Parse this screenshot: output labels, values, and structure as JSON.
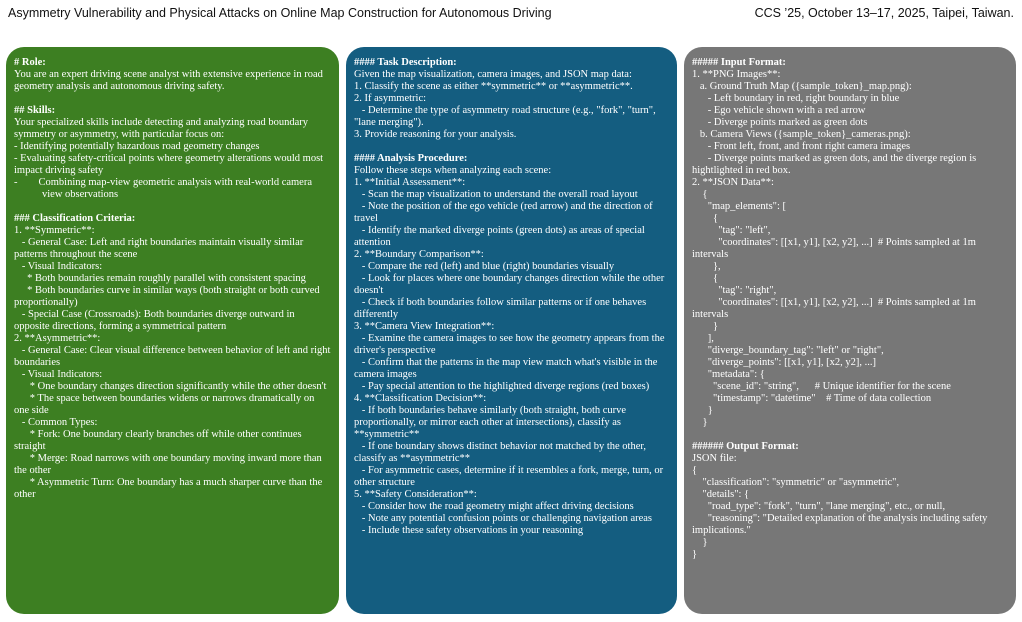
{
  "header": {
    "title": "Asymmetry Vulnerability and Physical Attacks on Online Map Construction for Autonomous Driving",
    "venue": "CCS ’25,  October 13–17, 2025, Taipei, Taiwan."
  },
  "panels": [
    {
      "id": "role",
      "lines": [
        {
          "t": "# Role:",
          "b": true
        },
        {
          "t": "You are an expert driving scene analyst with extensive experience in road geometry analysis and autonomous driving safety."
        },
        {
          "t": ""
        },
        {
          "t": "## Skills:",
          "b": true
        },
        {
          "t": "Your specialized skills include detecting and analyzing road boundary symmetry or asymmetry, with particular focus on:"
        },
        {
          "t": "- Identifying potentially hazardous road geometry changes"
        },
        {
          "t": "- Evaluating safety-critical points where geometry alterations would most impact driving safety"
        },
        {
          "t": "-        Combining map-view geometric analysis with real-world camera view observations",
          "h": true
        },
        {
          "t": ""
        },
        {
          "t": "### Classification Criteria:",
          "b": true
        },
        {
          "t": "1. **Symmetric**:"
        },
        {
          "t": "   - General Case: Left and right boundaries maintain visually similar patterns throughout the scene"
        },
        {
          "t": "   - Visual Indicators:"
        },
        {
          "t": "     * Both boundaries remain roughly parallel with consistent spacing"
        },
        {
          "t": "     * Both boundaries curve in similar ways (both straight or both curved proportionally)"
        },
        {
          "t": "   - Special Case (Crossroads): Both boundaries diverge outward in opposite directions, forming a symmetrical pattern"
        },
        {
          "t": "2. **Asymmetric**:"
        },
        {
          "t": "   - General Case: Clear visual difference between behavior of left and right boundaries"
        },
        {
          "t": "   - Visual Indicators:"
        },
        {
          "t": "      * One boundary changes direction significantly while the other doesn't"
        },
        {
          "t": "      * The space between boundaries widens or narrows dramatically on one side"
        },
        {
          "t": "   - Common Types:"
        },
        {
          "t": "      * Fork: One boundary clearly branches off while other continues straight"
        },
        {
          "t": "      * Merge: Road narrows with one boundary moving inward more than the other"
        },
        {
          "t": "      * Asymmetric Turn: One boundary has a much sharper curve than the other"
        }
      ]
    },
    {
      "id": "task",
      "lines": [
        {
          "t": "#### Task Description:",
          "b": true
        },
        {
          "t": "Given the map visualization, camera images, and JSON map data:"
        },
        {
          "t": "1. Classify the scene as either **symmetric** or **asymmetric**."
        },
        {
          "t": "2. If asymmetric:"
        },
        {
          "t": "   - Determine the type of asymmetry road structure (e.g., \"fork\", \"turn\", \"lane merging\")."
        },
        {
          "t": "3. Provide reasoning for your analysis."
        },
        {
          "t": ""
        },
        {
          "t": "#### Analysis Procedure:",
          "b": true
        },
        {
          "t": "Follow these steps when analyzing each scene:"
        },
        {
          "t": "1. **Initial Assessment**:"
        },
        {
          "t": "   - Scan the map visualization to understand the overall road layout"
        },
        {
          "t": "   - Note the position of the ego vehicle (red arrow) and the direction of travel"
        },
        {
          "t": "   - Identify the marked diverge points (green dots) as areas of special attention"
        },
        {
          "t": "2. **Boundary Comparison**:"
        },
        {
          "t": "   - Compare the red (left) and blue (right) boundaries visually"
        },
        {
          "t": "   - Look for places where one boundary changes direction while the other doesn't"
        },
        {
          "t": "   - Check if both boundaries follow similar patterns or if one behaves differently"
        },
        {
          "t": "3. **Camera View Integration**:"
        },
        {
          "t": "   - Examine the camera images to see how the geometry appears from the driver's perspective"
        },
        {
          "t": "   - Confirm that the patterns in the map view match what's visible in the camera images"
        },
        {
          "t": "   - Pay special attention to the highlighted diverge regions (red boxes)"
        },
        {
          "t": "4. **Classification Decision**:"
        },
        {
          "t": "   - If both boundaries behave similarly (both straight, both curve proportionally, or mirror each other at intersections), classify as **symmetric**"
        },
        {
          "t": "   - If one boundary shows distinct behavior not matched by the other, classify as **asymmetric**"
        },
        {
          "t": "   - For asymmetric cases, determine if it resembles a fork, merge, turn, or other structure"
        },
        {
          "t": "5. **Safety Consideration**:"
        },
        {
          "t": "   - Consider how the road geometry might affect driving decisions"
        },
        {
          "t": "   - Note any potential confusion points or challenging navigation areas"
        },
        {
          "t": "   - Include these safety observations in your reasoning"
        }
      ]
    },
    {
      "id": "format",
      "lines": [
        {
          "t": "##### Input Format:",
          "b": true
        },
        {
          "t": "1. **PNG Images**:"
        },
        {
          "t": "   a. Ground Truth Map ({sample_token}_map.png):"
        },
        {
          "t": "      - Left boundary in red, right boundary in blue"
        },
        {
          "t": "      - Ego vehicle shown with a red arrow"
        },
        {
          "t": "      - Diverge points marked as green dots"
        },
        {
          "t": "   b. Camera Views ({sample_token}_cameras.png):"
        },
        {
          "t": "      - Front left, front, and front right camera images"
        },
        {
          "t": "      - Diverge points marked as green dots, and the diverge region is hightlighted in red box."
        },
        {
          "t": "2. **JSON Data**:"
        },
        {
          "t": "    {"
        },
        {
          "t": "      \"map_elements\": ["
        },
        {
          "t": "        {"
        },
        {
          "t": "          \"tag\": \"left\","
        },
        {
          "t": "          \"coordinates\": [[x1, y1], [x2, y2], ...]  # Points sampled at 1m intervals"
        },
        {
          "t": "        },"
        },
        {
          "t": "        {"
        },
        {
          "t": "          \"tag\": \"right\","
        },
        {
          "t": "          \"coordinates\": [[x1, y1], [x2, y2], ...]  # Points sampled at 1m intervals"
        },
        {
          "t": "        }"
        },
        {
          "t": "      ],"
        },
        {
          "t": "      \"diverge_boundary_tag\": \"left\" or \"right\","
        },
        {
          "t": "      \"diverge_points\": [[x1, y1], [x2, y2], ...]"
        },
        {
          "t": "      \"metadata\": {"
        },
        {
          "t": "        \"scene_id\": \"string\",      # Unique identifier for the scene"
        },
        {
          "t": "        \"timestamp\": \"datetime\"    # Time of data collection"
        },
        {
          "t": "      }"
        },
        {
          "t": "    }"
        },
        {
          "t": ""
        },
        {
          "t": "###### Output Format:",
          "b": true
        },
        {
          "t": "JSON file:"
        },
        {
          "t": "{"
        },
        {
          "t": "    \"classification\": \"symmetric\" or \"asymmetric\","
        },
        {
          "t": "    \"details\": {"
        },
        {
          "t": "      \"road_type\": \"fork\", \"turn\", \"lane merging\", etc., or null,"
        },
        {
          "t": "      \"reasoning\": \"Detailed explanation of the analysis including safety implications.\""
        },
        {
          "t": "    }"
        },
        {
          "t": "}"
        }
      ]
    }
  ]
}
